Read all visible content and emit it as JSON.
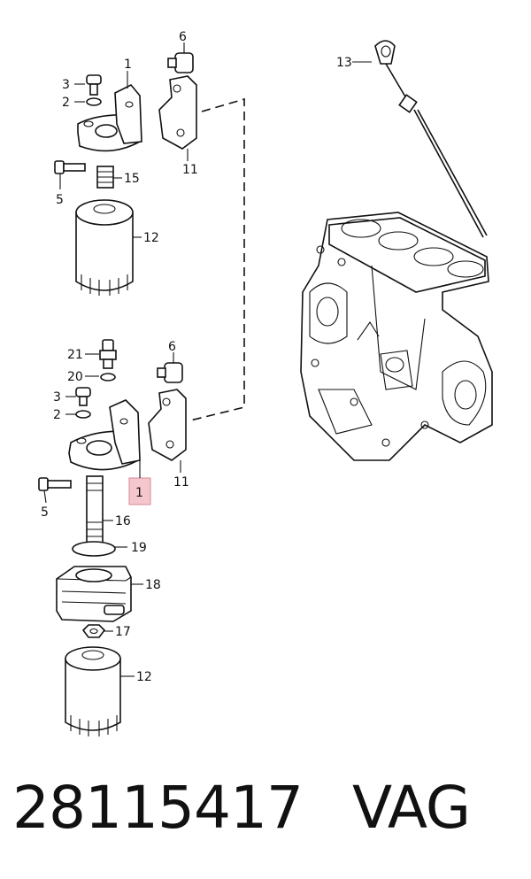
{
  "diagram": {
    "callouts": {
      "top": {
        "c1": "1",
        "c2": "2",
        "c3": "3",
        "c5": "5",
        "c6": "6",
        "c11": "11",
        "c12": "12",
        "c15": "15"
      },
      "bottom": {
        "c1": "1",
        "c2": "2",
        "c3": "3",
        "c5": "5",
        "c6": "6",
        "c11": "11",
        "c12": "12",
        "c16": "16",
        "c17": "17",
        "c18": "18",
        "c19": "19",
        "c20": "20",
        "c21": "21"
      },
      "dipstick": "13"
    },
    "highlight_color": "#f4c7cf"
  },
  "caption": {
    "part_number": "28115417",
    "brand": "VAG"
  }
}
